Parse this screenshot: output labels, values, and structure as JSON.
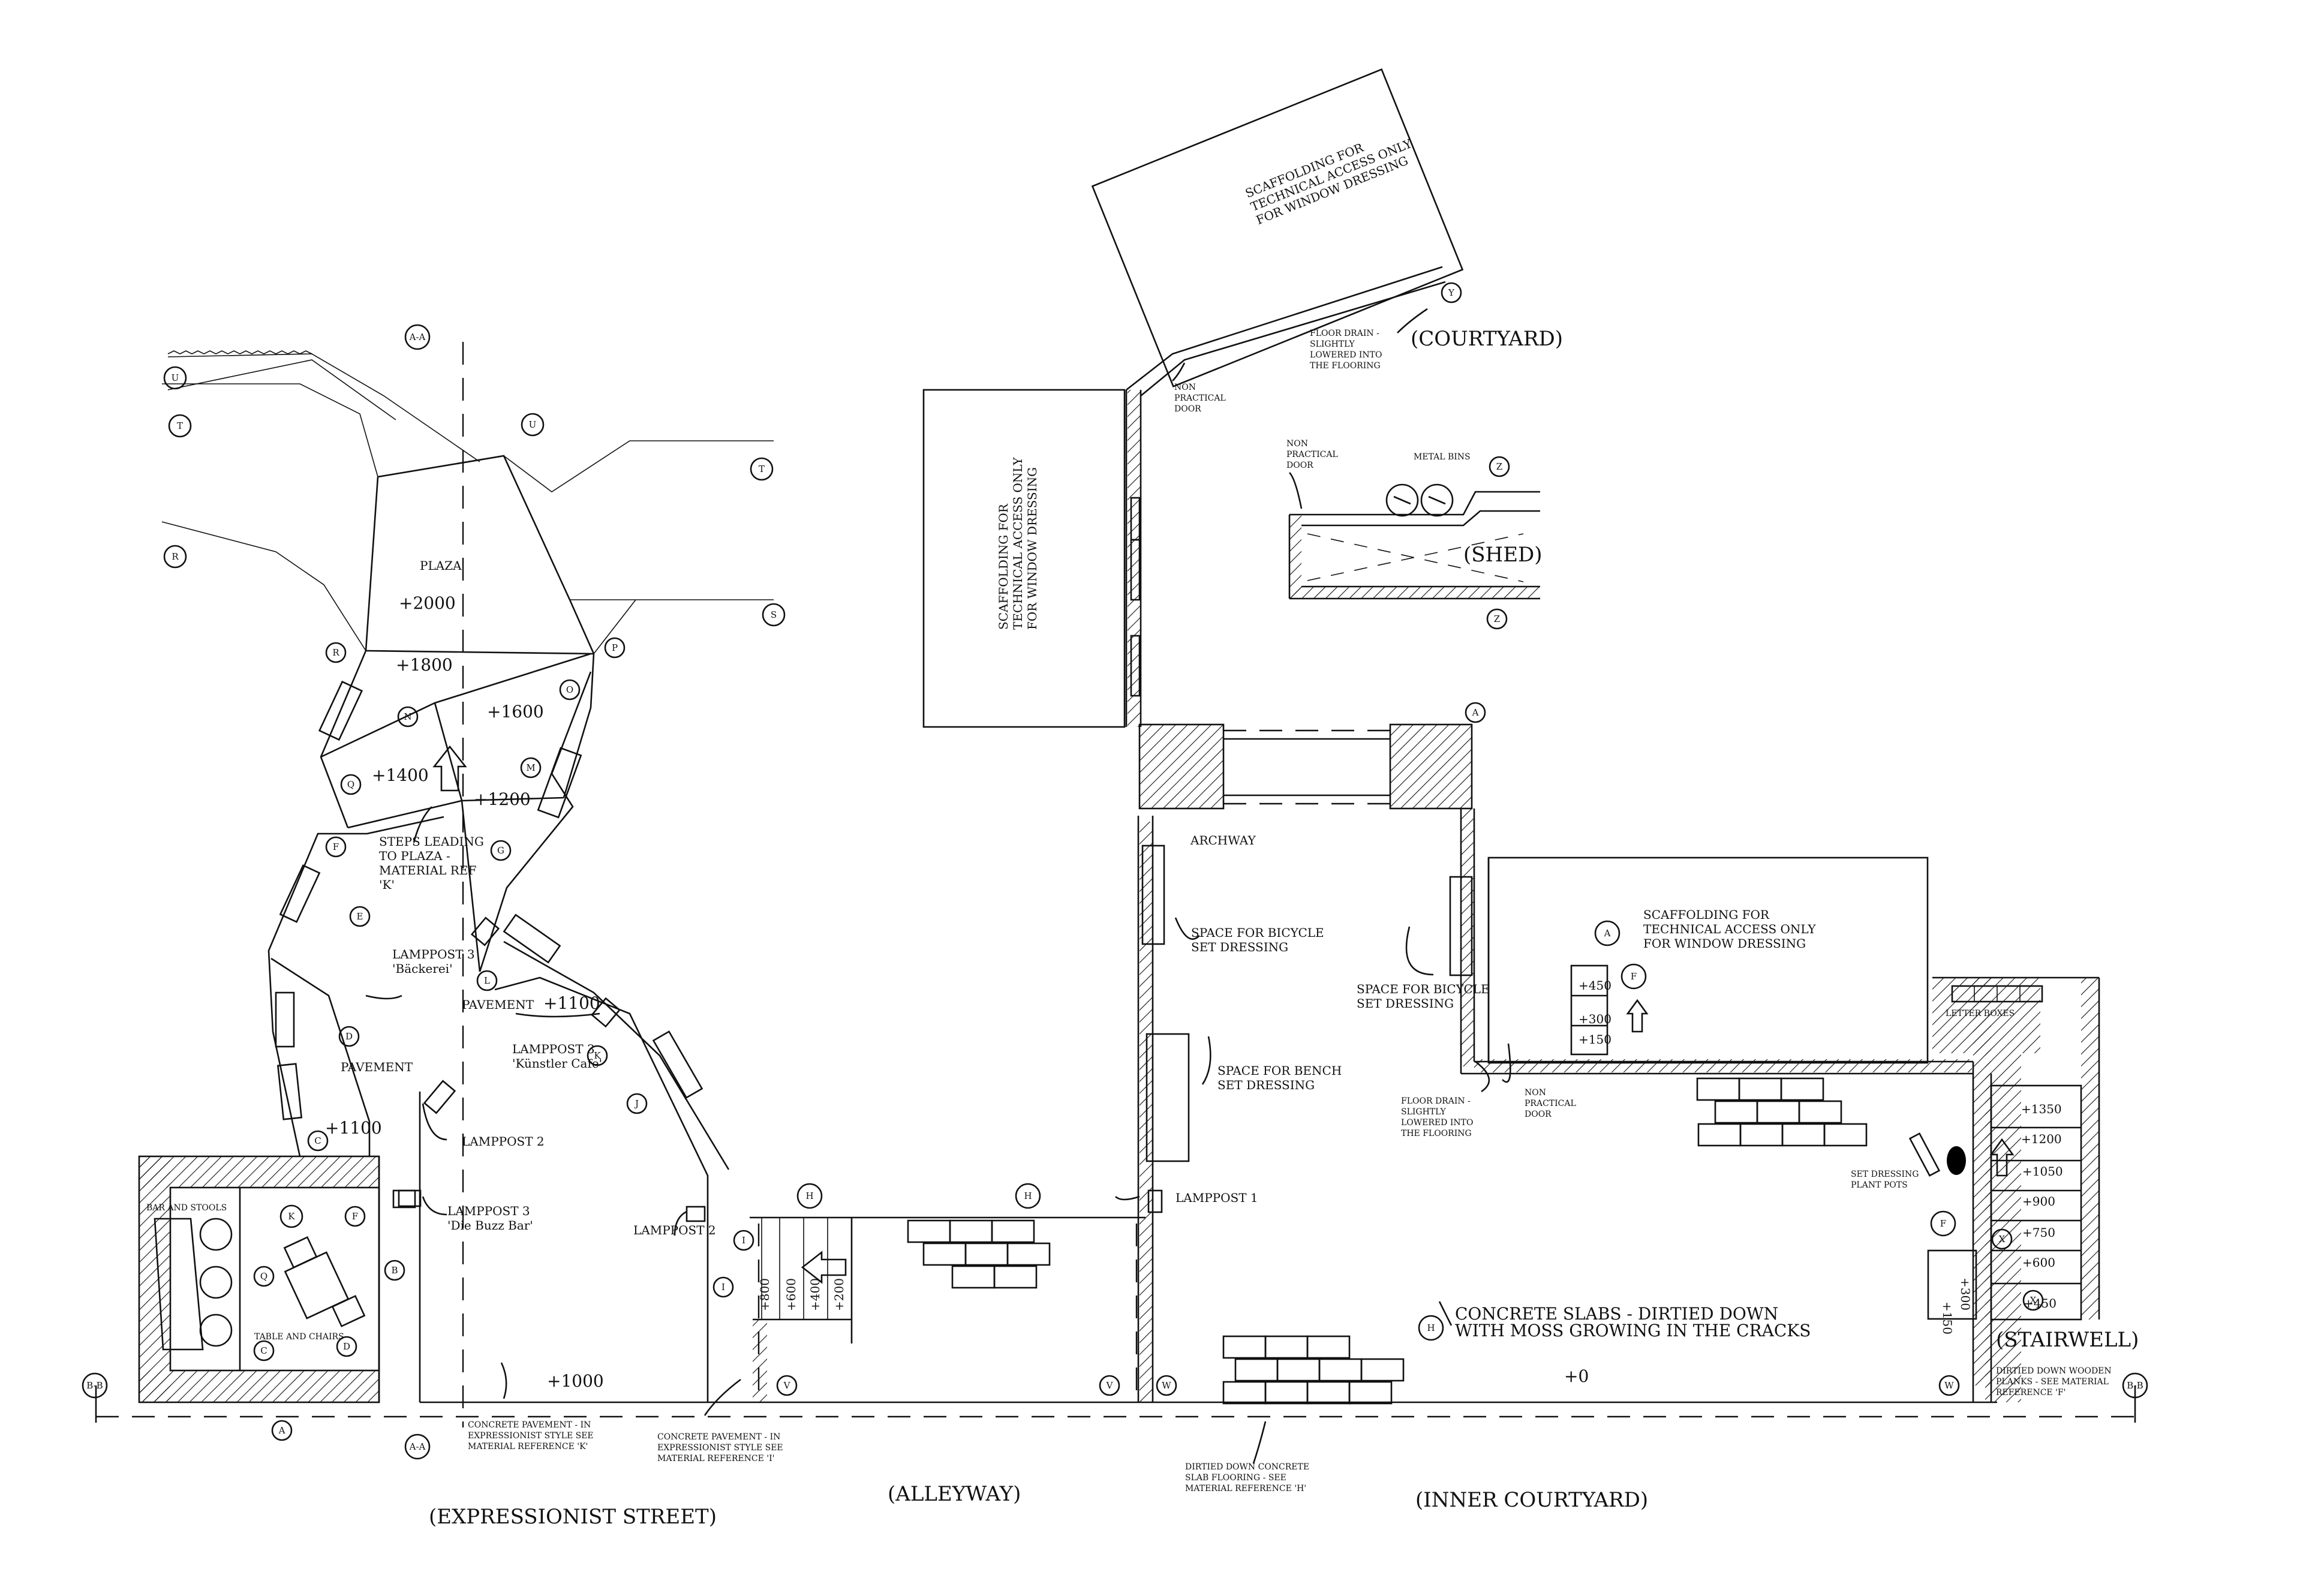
{
  "areas": {
    "expressionist_street": "(EXPRESSIONIST STREET)",
    "alleyway": "(ALLEYWAY)",
    "inner_courtyard": "(INNER COURTYARD)",
    "courtyard": "(COURTYARD)",
    "shed": "(SHED)",
    "stairwell": "(STAIRWELL)",
    "plaza": "PLAZA",
    "archway": "ARCHWAY"
  },
  "levels": {
    "plaza": "+2000",
    "l1800": "+1800",
    "l1600": "+1600",
    "l1400": "+1400",
    "l1200": "+1200",
    "l1100a": "+1100",
    "l1100b": "+1100",
    "street": "+1000",
    "courtyard": "+0",
    "alley_800": "+800",
    "alley_600": "+600",
    "alley_400": "+400",
    "alley_200": "+200",
    "stair_450": "+450",
    "stair_300": "+300",
    "stair_150": "+150",
    "stairwell_1350": "+1350",
    "stairwell_1200": "+1200",
    "stairwell_1050": "+1050",
    "stairwell_900": "+900",
    "stairwell_750": "+750",
    "stairwell_600": "+600",
    "stairwell_450": "+450",
    "box_150": "+150",
    "box_300": "+300"
  },
  "labels": {
    "scaffold_top_1": "SCAFFOLDING FOR",
    "scaffold_top_2": "TECHNICAL ACCESS ONLY",
    "scaffold_top_3": "FOR WINDOW DRESSING",
    "scaffold_left_1": "SCAFFOLDING FOR",
    "scaffold_left_2": "TECHNICAL ACCESS ONLY",
    "scaffold_left_3": "FOR WINDOW DRESSING",
    "scaffold_right_1": "SCAFFOLDING FOR",
    "scaffold_right_2": "TECHNICAL ACCESS ONLY",
    "scaffold_right_3": "FOR WINDOW DRESSING",
    "floor_drain_top_1": "FLOOR DRAIN -",
    "floor_drain_top_2": "SLIGHTLY",
    "floor_drain_top_3": "LOWERED INTO",
    "floor_drain_top_4": "THE FLOORING",
    "floor_drain_mid_1": "FLOOR DRAIN -",
    "floor_drain_mid_2": "SLIGHTLY",
    "floor_drain_mid_3": "LOWERED INTO",
    "floor_drain_mid_4": "THE FLOORING",
    "non_practical_door_a_1": "NON",
    "non_practical_door_a_2": "PRACTICAL",
    "non_practical_door_a_3": "DOOR",
    "non_practical_door_b_1": "NON",
    "non_practical_door_b_2": "PRACTICAL",
    "non_practical_door_b_3": "DOOR",
    "non_practical_door_c_1": "NON",
    "non_practical_door_c_2": "PRACTICAL",
    "non_practical_door_c_3": "DOOR",
    "metal_bins": "METAL BINS",
    "bicycle_a_1": "SPACE FOR BICYCLE",
    "bicycle_a_2": "SET DRESSING",
    "bicycle_b_1": "SPACE FOR BICYCLE",
    "bicycle_b_2": "SET DRESSING",
    "bench_1": "SPACE FOR BENCH",
    "bench_2": "SET DRESSING",
    "steps_1": "STEPS LEADING",
    "steps_2": "TO PLAZA -",
    "steps_3": "MATERIAL REF",
    "steps_4": "'K'",
    "lamppost_3_baeckerei_1": "LAMPPOST 3",
    "lamppost_3_baeckerei_2": "'Bäckerei'",
    "lamppost_3_kuenstler_1": "LAMPPOST 3",
    "lamppost_3_kuenstler_2": "'Künstler Cafe'",
    "lamppost_3_buzz_1": "LAMPPOST 3",
    "lamppost_3_buzz_2": "'Die Buzz Bar'",
    "lamppost_2_a": "LAMPPOST 2",
    "lamppost_2_b": "LAMPPOST 2",
    "lamppost_1": "LAMPPOST 1",
    "pavement_a": "PAVEMENT",
    "pavement_b": "PAVEMENT",
    "bar_and_stools": "BAR AND STOOLS",
    "table_and_chairs": "TABLE AND CHAIRS",
    "letter_boxes": "LETTER BOXES",
    "plant_pots_1": "SET DRESSING",
    "plant_pots_2": "PLANT POTS",
    "concrete_slabs_1": "CONCRETE SLABS - DIRTIED DOWN",
    "concrete_slabs_2": "WITH MOSS GROWING IN THE CRACKS",
    "pavement_k_1": "CONCRETE PAVEMENT - IN",
    "pavement_k_2": "EXPRESSIONIST STYLE SEE",
    "pavement_k_3": "MATERIAL REFERENCE 'K'",
    "pavement_i_1": "CONCRETE PAVEMENT - IN",
    "pavement_i_2": "EXPRESSIONIST STYLE SEE",
    "pavement_i_3": "MATERIAL REFERENCE 'I'",
    "slab_h_1": "DIRTIED DOWN CONCRETE",
    "slab_h_2": "SLAB FLOORING - SEE",
    "slab_h_3": "MATERIAL REFERENCE 'H'",
    "planks_f_1": "DIRTIED DOWN WOODEN",
    "planks_f_2": "PLANKS - SEE MATERIAL",
    "planks_f_3": "REFERENCE 'F'"
  },
  "section_markers": {
    "aa_top": "A-A",
    "aa_bottom": "A-A",
    "bb_left": "B-B",
    "bb_right": "B-B"
  },
  "markers": {
    "A1": "A",
    "A2": "A",
    "A3": "A",
    "B": "B",
    "C1": "C",
    "C2": "C",
    "D": "D",
    "E": "E",
    "F1": "F",
    "F2": "F",
    "F3": "F",
    "F4": "F",
    "G": "G",
    "H1": "H",
    "H2": "H",
    "H3": "H",
    "I1": "I",
    "I2": "I",
    "J": "J",
    "K1": "K",
    "K2": "K",
    "L": "L",
    "M": "M",
    "N": "N",
    "O": "O",
    "P": "P",
    "Q": "Q",
    "R": "R",
    "S": "S",
    "T1": "T",
    "T2": "T",
    "U1": "U",
    "U2": "U",
    "V1": "V",
    "V2": "V",
    "W1": "W",
    "W2": "W",
    "X1": "X",
    "X2": "X",
    "Y": "Y",
    "Z1": "Z",
    "Z2": "Z"
  }
}
